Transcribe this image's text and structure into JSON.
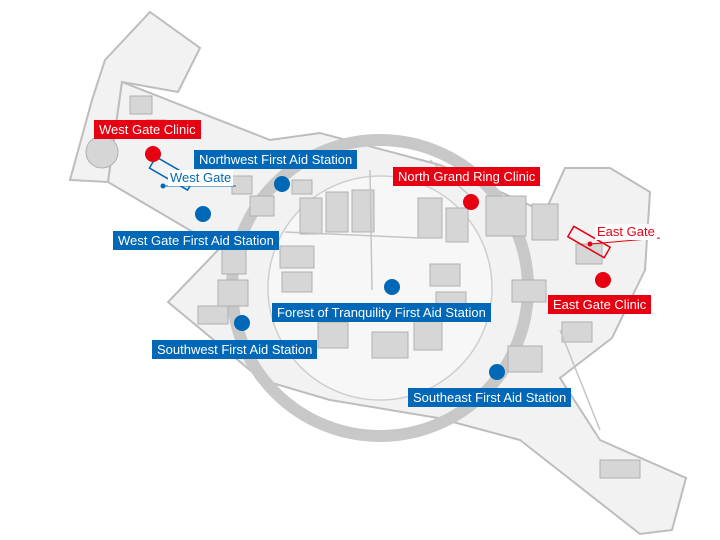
{
  "colors": {
    "clinic": "#e60012",
    "first_aid": "#0068b7",
    "site_fill": "#f2f2f2",
    "building_fill": "#d6d6d6",
    "outline": "#bdbdbd"
  },
  "legend_icons": {
    "clinic": "red-circle-marker",
    "first_aid": "blue-circle-marker"
  },
  "clinics": [
    {
      "id": "west-gate-clinic",
      "label": "West Gate Clinic"
    },
    {
      "id": "north-grand-ring-clinic",
      "label": "North Grand Ring Clinic"
    },
    {
      "id": "east-gate-clinic",
      "label": "East Gate Clinic"
    }
  ],
  "first_aid_stations": [
    {
      "id": "northwest-first-aid-station",
      "label": "Northwest First Aid Station"
    },
    {
      "id": "west-gate-first-aid-station",
      "label": "West Gate First Aid Station"
    },
    {
      "id": "forest-of-tranquility-first-aid-station",
      "label": "Forest of Tranquility First Aid Station"
    },
    {
      "id": "southwest-first-aid-station",
      "label": "Southwest First Aid Station"
    },
    {
      "id": "southeast-first-aid-station",
      "label": "Southeast First Aid Station"
    }
  ],
  "gates": [
    {
      "id": "west-gate",
      "label": "West Gate"
    },
    {
      "id": "east-gate",
      "label": "East Gate"
    }
  ]
}
